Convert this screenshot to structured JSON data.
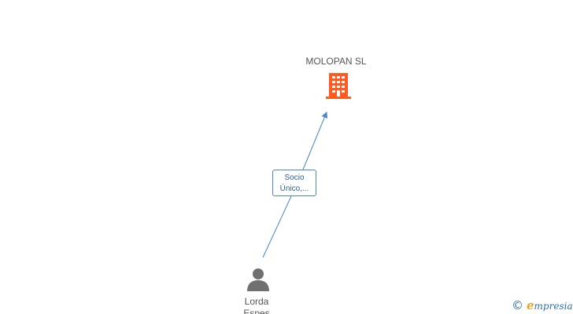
{
  "company": {
    "name": "MOLOPAN SL",
    "icon": "building-icon",
    "icon_color": "#ff5a1f"
  },
  "relation": {
    "line1": "Socio",
    "line2": "Único,...",
    "color": "#4a86c8"
  },
  "person": {
    "name_line1": "Lorda",
    "name_line2": "Espes",
    "icon": "person-icon",
    "icon_color": "#707070"
  },
  "brand": {
    "copyright": "©",
    "initial": "e",
    "name_rest": "mpresia"
  }
}
